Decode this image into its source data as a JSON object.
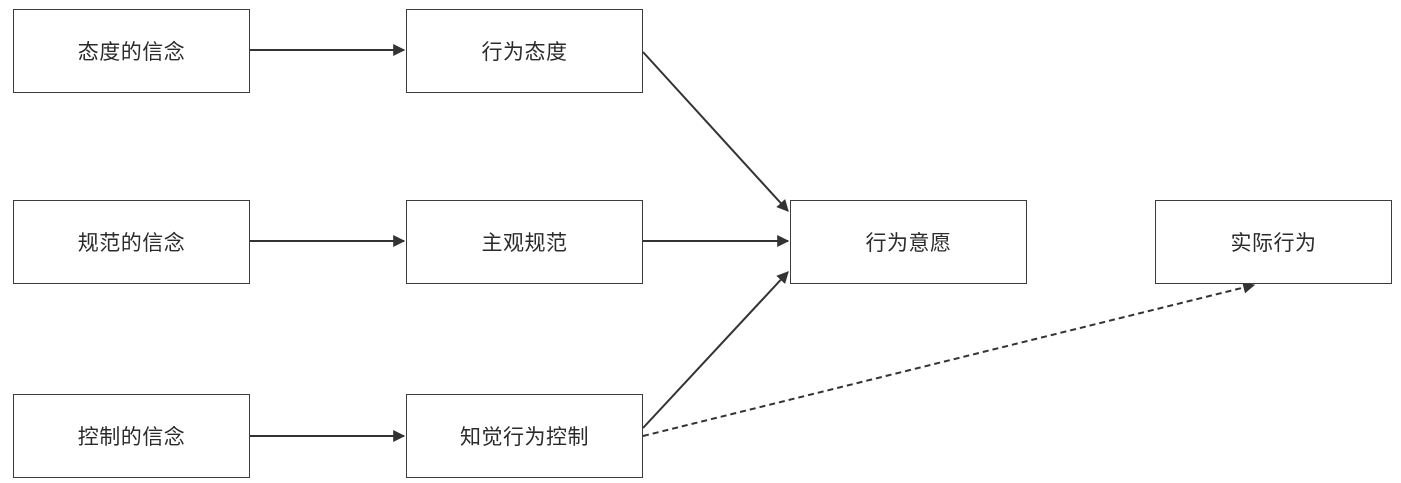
{
  "diagram": {
    "nodes": {
      "attitude_beliefs": "态度的信念",
      "behavior_attitude": "行为态度",
      "normative_beliefs": "规范的信念",
      "subjective_norm": "主观规范",
      "control_beliefs": "控制的信念",
      "perceived_control": "知觉行为控制",
      "behavior_intention": "行为意愿",
      "actual_behavior": "实际行为"
    },
    "edges": [
      {
        "from": "attitude_beliefs",
        "to": "behavior_attitude",
        "style": "solid"
      },
      {
        "from": "normative_beliefs",
        "to": "subjective_norm",
        "style": "solid"
      },
      {
        "from": "control_beliefs",
        "to": "perceived_control",
        "style": "solid"
      },
      {
        "from": "behavior_attitude",
        "to": "behavior_intention",
        "style": "solid"
      },
      {
        "from": "subjective_norm",
        "to": "behavior_intention",
        "style": "solid"
      },
      {
        "from": "perceived_control",
        "to": "behavior_intention",
        "style": "solid"
      },
      {
        "from": "perceived_control",
        "to": "actual_behavior",
        "style": "dashed"
      }
    ],
    "colors": {
      "border": "#3c3c3c",
      "text": "#2b2b2b",
      "edge": "#333333",
      "background": "#ffffff"
    }
  }
}
